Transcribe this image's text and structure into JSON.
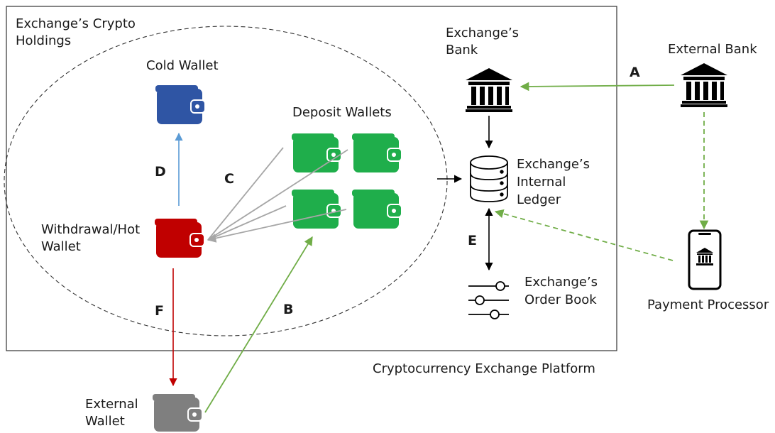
{
  "platform": {
    "label": "Cryptocurrency Exchange Platform"
  },
  "holdings": {
    "label_line1": "Exchange’s Crypto",
    "label_line2": "Holdings"
  },
  "cold_wallet": {
    "label": "Cold Wallet",
    "color": "#2F55A4"
  },
  "deposit_wallets": {
    "label": "Deposit Wallets",
    "color": "#1FAE4B",
    "count": 4
  },
  "hot_wallet": {
    "label_line1": "Withdrawal/Hot",
    "label_line2": "Wallet",
    "color": "#C00000"
  },
  "external_wallet": {
    "label_line1": "External",
    "label_line2": "Wallet",
    "color": "#7F7F7F"
  },
  "exchange_bank": {
    "label_line1": "Exchange’s",
    "label_line2": "Bank"
  },
  "external_bank": {
    "label": "External Bank"
  },
  "ledger": {
    "label_line1": "Exchange’s",
    "label_line2": "Internal",
    "label_line3": "Ledger"
  },
  "order_book": {
    "label_line1": "Exchange’s",
    "label_line2": "Order Book"
  },
  "payment_processor": {
    "label": "Payment Processor"
  },
  "flows": {
    "A": "A",
    "B": "B",
    "C": "C",
    "D": "D",
    "E": "E",
    "F": "F"
  },
  "colors": {
    "green_flow": "#70AD47",
    "blue_flow": "#5B9BD5",
    "red_flow": "#C00000",
    "gray_flow": "#A6A6A6",
    "black": "#000000"
  }
}
